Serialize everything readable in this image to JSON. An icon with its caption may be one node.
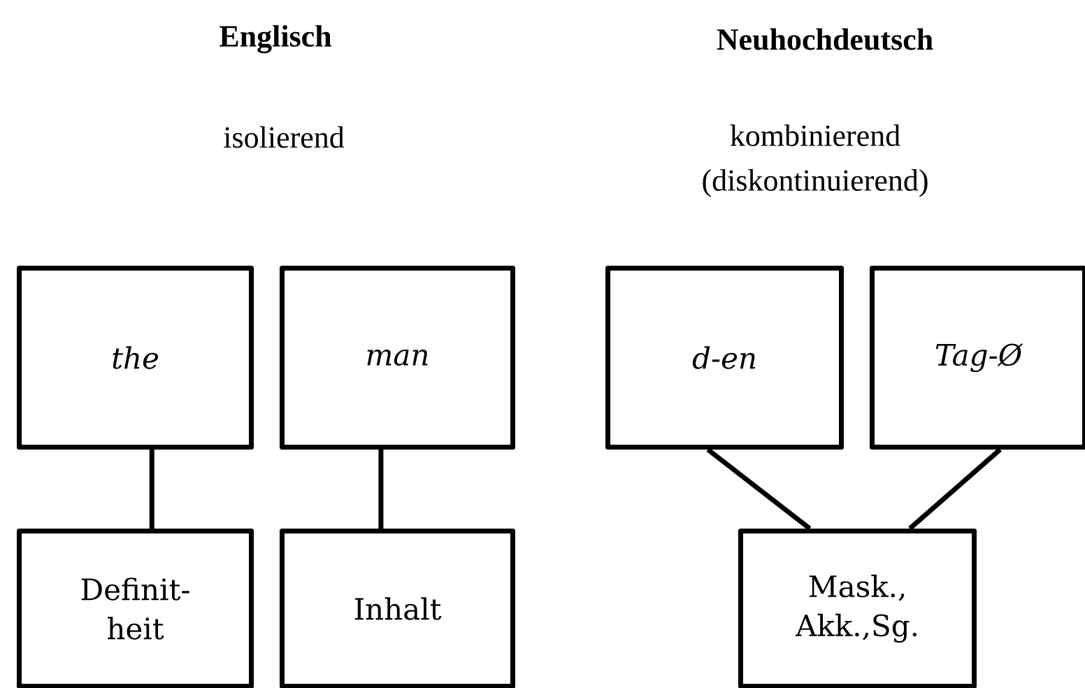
{
  "diagram": {
    "nodes": [
      {
        "text": [
          "the"
        ]
      },
      {
        "text": [
          "man"
        ]
      },
      {
        "text": [
          "d-en"
        ]
      },
      {
        "text": [
          "Tag-Ø"
        ]
      },
      {
        "text": [
          "Definit- heit"
        ]
      },
      {
        "text": [
          "Inhalt"
        ]
      },
      {
        "text": [
          "Mask., Akk.,Sg."
        ]
      }
    ],
    "edges": [
      {
        "from": 0,
        "to": 4,
        "arrow": "none"
      },
      {
        "from": 1,
        "to": 5,
        "arrow": "none"
      },
      {
        "from": 2,
        "to": 6,
        "arrow": "none"
      },
      {
        "from": 3,
        "to": 6,
        "arrow": "none"
      }
    ],
    "labels": [
      "Englisch",
      "Neuhochdeutsch",
      "isolierend",
      "kombinierend (diskontinuierend)"
    ]
  }
}
